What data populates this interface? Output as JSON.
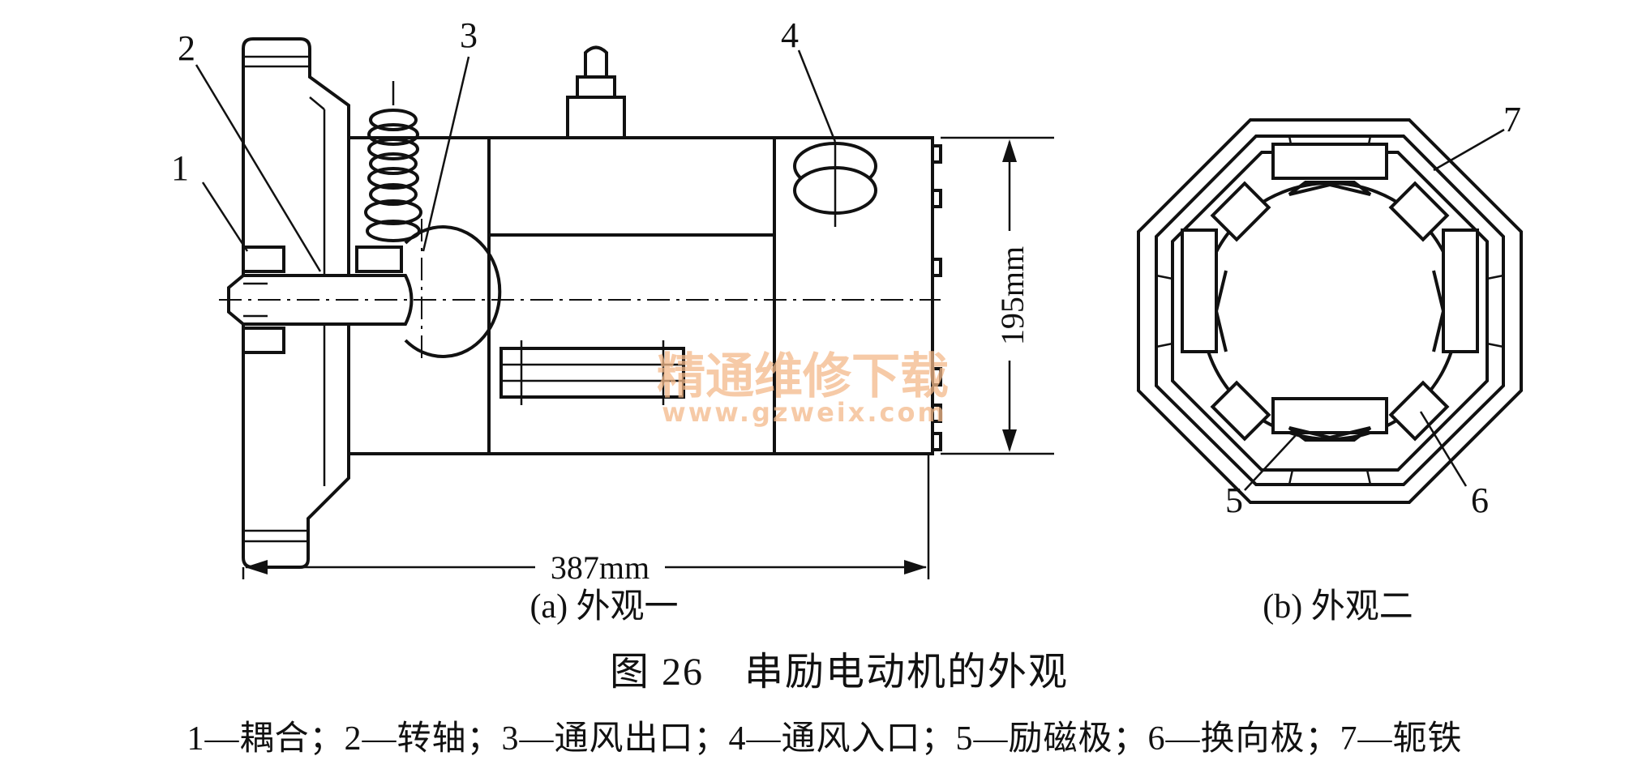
{
  "labels": {
    "l1": "1",
    "l2": "2",
    "l3": "3",
    "l4": "4",
    "l5": "5",
    "l6": "6",
    "l7": "7"
  },
  "dimensions": {
    "height": "195mm",
    "length": "387mm"
  },
  "subcaptions": {
    "a": "(a) 外观一",
    "b": "(b) 外观二"
  },
  "caption": "图 26　串励电动机的外观",
  "legend": "1—耦合；2—转轴；3—通风出口；4—通风入口；5—励磁极；6—换向极；7—轭铁",
  "watermark": {
    "cn": "精通维修下载",
    "url": "www.gzweix.com"
  }
}
